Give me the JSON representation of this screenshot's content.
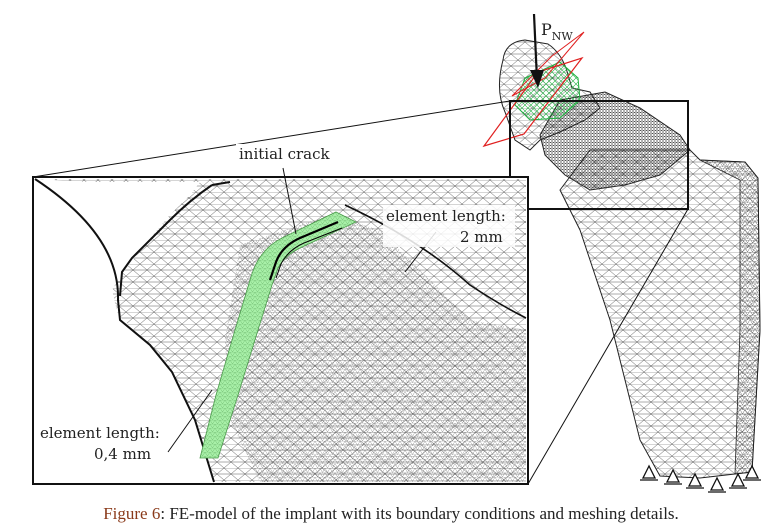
{
  "figure": {
    "load_label_main": "P",
    "load_label_sub": "NW",
    "label_initial_crack": "initial crack",
    "label_element_coarse_1": "element length:",
    "label_element_coarse_2": "2 mm",
    "label_element_fine_1": "element length:",
    "label_element_fine_2": "0,4 mm"
  },
  "caption": {
    "figure_ref": "Figure 6",
    "text": ": FE-model of the implant with its boundary conditions and meshing details."
  },
  "colors": {
    "mesh": "#222222",
    "crack_region": "#a8f0a8",
    "cut_plane": "#e02020",
    "green_mesh": "#20b040",
    "caption_link": "#8a3a1a"
  }
}
